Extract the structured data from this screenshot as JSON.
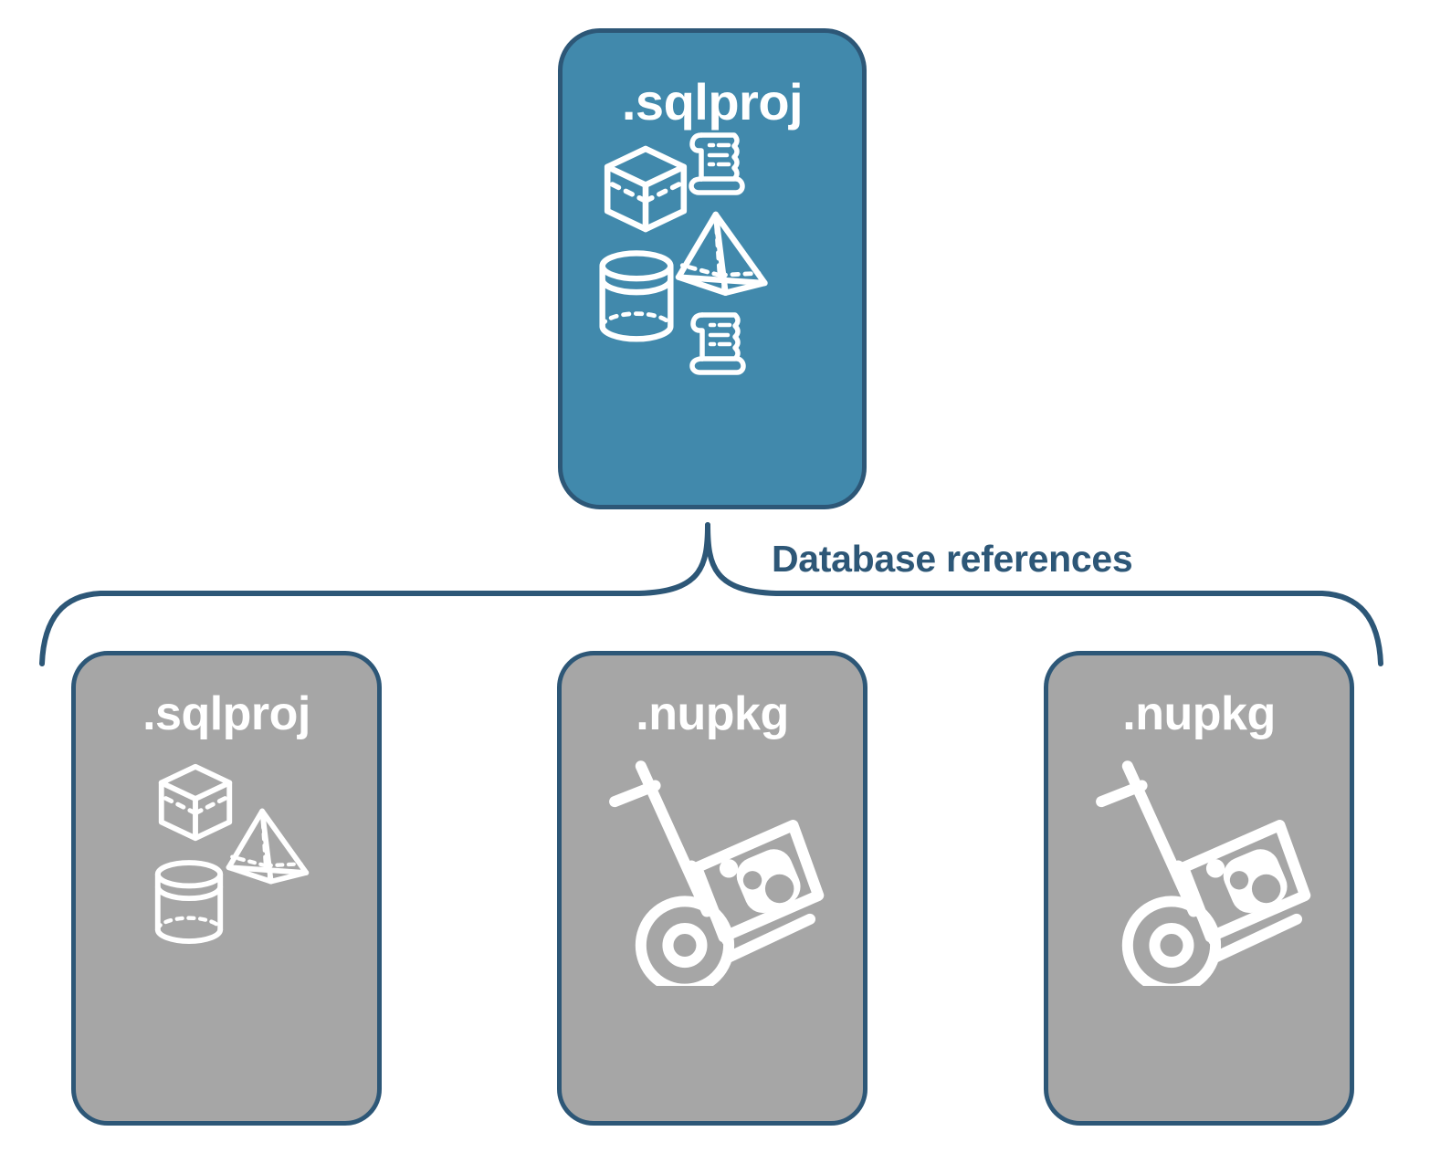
{
  "diagram": {
    "title": "Database references",
    "colors": {
      "root_fill": "#4189AC",
      "reference_fill": "#A6A6A6",
      "stroke": "#2D5777",
      "label_text": "#2D5777",
      "icon_stroke": "#FFFFFF",
      "background": "#FFFFFF"
    },
    "connector": {
      "label": "Database references",
      "type": "curly-brace",
      "shape": "one-to-many"
    },
    "root": {
      "label": ".sqlproj",
      "kind": "sql-project",
      "fill": "#4189AC",
      "icons": [
        "cube-wireframe-icon",
        "scroll-script-icon",
        "pyramid-wireframe-icon",
        "cylinder-wireframe-icon",
        "scroll-script-icon"
      ]
    },
    "references": [
      {
        "label": ".sqlproj",
        "kind": "sql-project",
        "fill": "#A6A6A6",
        "icons": [
          "cube-wireframe-icon",
          "pyramid-wireframe-icon",
          "cylinder-wireframe-icon"
        ]
      },
      {
        "label": ".nupkg",
        "kind": "nuget-package",
        "fill": "#A6A6A6",
        "icons": [
          "hand-truck-package-icon"
        ]
      },
      {
        "label": ".nupkg",
        "kind": "nuget-package",
        "fill": "#A6A6A6",
        "icons": [
          "hand-truck-package-icon"
        ]
      }
    ]
  }
}
